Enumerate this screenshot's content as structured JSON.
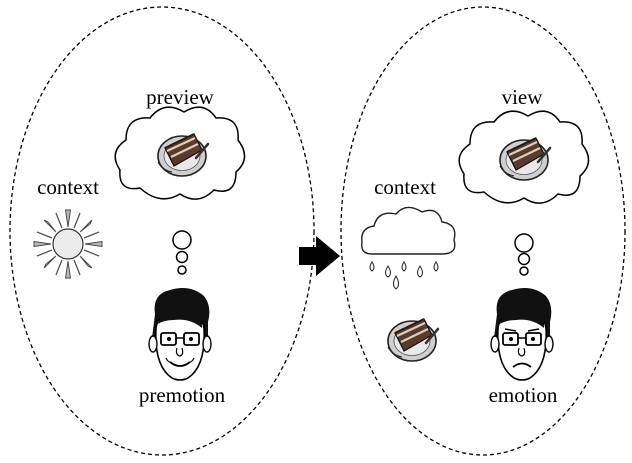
{
  "left_panel": {
    "thought_label": "preview",
    "context_label": "context",
    "person_label": "premotion",
    "context_icon": "sun-icon",
    "person_expression": "smiling"
  },
  "right_panel": {
    "thought_label": "view",
    "context_label": "context",
    "person_label": "emotion",
    "context_icon": "rain-cloud-icon",
    "person_expression": "frowning"
  },
  "transition_icon": "right-arrow-icon",
  "food_icon": "cake-plate-icon"
}
